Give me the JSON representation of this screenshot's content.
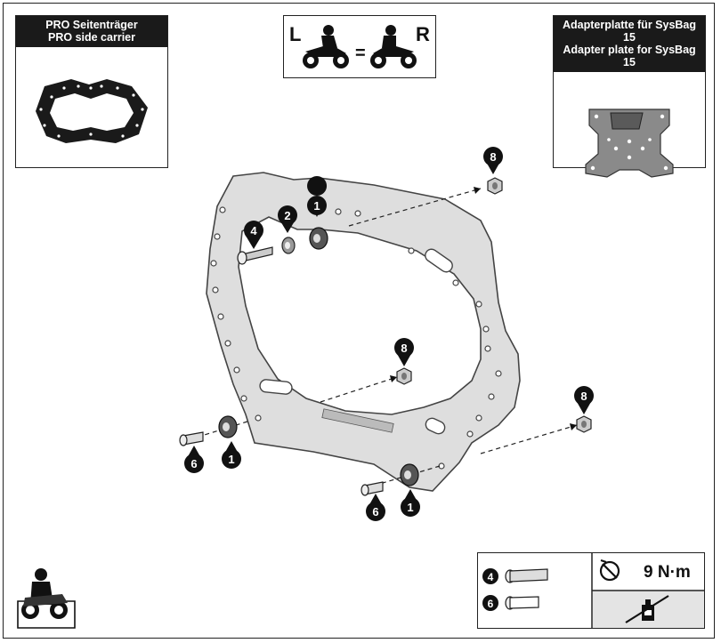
{
  "carrier_box": {
    "title_de": "PRO Seitenträger",
    "title_en": "PRO side carrier"
  },
  "adapter_box": {
    "title_de": "Adapterplatte für SysBag 15",
    "title_en": "Adapter plate for SysBag 15"
  },
  "side_box": {
    "left": "L",
    "equals": "=",
    "right": "R"
  },
  "callouts": {
    "spacer_ring": "1",
    "washer": "2",
    "long_screw": "4",
    "short_screw": "6",
    "nut": "8"
  },
  "legend": {
    "item_long_screw": "4",
    "item_short_screw": "6",
    "torque": "9 N·m"
  },
  "icons": [
    "rider-icon",
    "torque-wrench-icon",
    "no-threadlocker-icon"
  ]
}
